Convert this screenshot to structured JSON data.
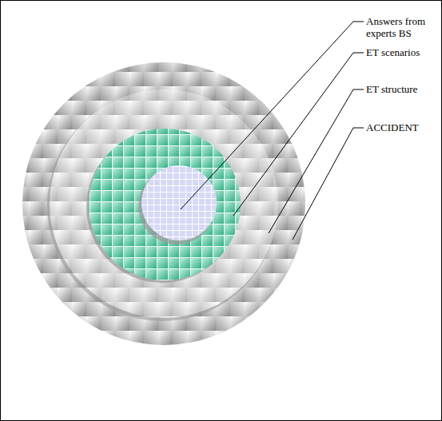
{
  "diagram": {
    "nodes": [
      {
        "text": [
          "ACCIDENT"
        ]
      },
      {
        "text": [
          "ET structure"
        ],
        "in": 0
      },
      {
        "text": [
          "ET scenarios"
        ],
        "in": 1
      },
      {
        "text": [
          "Answers from experts BS"
        ],
        "in": 2
      }
    ]
  }
}
